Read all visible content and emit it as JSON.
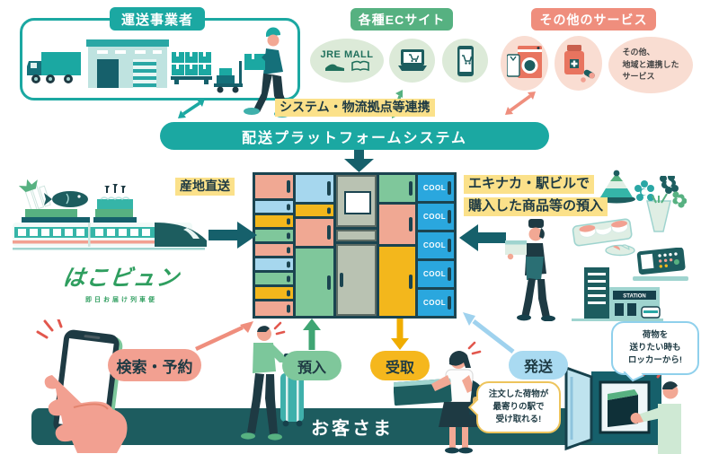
{
  "header": {
    "carriers_label": "運送事業者",
    "ec_label": "各種ECサイト",
    "jre_mall": "JRE MALL",
    "others_label": "その他のサービス",
    "others_note_lines": [
      "その他、",
      "地域と連携した",
      "サービス"
    ]
  },
  "platform": {
    "link_label": "システム・物流拠点等連携",
    "banner_label": "配送プラットフォームシステム"
  },
  "left": {
    "direct_label": "産地直送",
    "brand_logo": "はこビュン",
    "brand_sub": "即日お届け列車便"
  },
  "locker": {
    "cool_label": "COOL"
  },
  "right": {
    "deposit_line1": "エキナカ・駅ビルで",
    "deposit_line2": "購入した商品等の預入",
    "station_sign": "STATION"
  },
  "bottom": {
    "search_label": "検索・予約",
    "deposit_label": "預入",
    "pickup_label": "受取",
    "ship_label": "発送",
    "customers_label": "お客さま",
    "bubble_send_lines": [
      "荷物を",
      "送りたい時も",
      "ロッカーから!"
    ],
    "bubble_receive_lines": [
      "注文した荷物が",
      "最寄りの駅で",
      "受け取れる!"
    ]
  },
  "colors": {
    "teal": "#1ba8a2",
    "dark_teal_arrow": "#16606b",
    "text_dark": "#1e3a43",
    "customers_banner": "#1d5c5f",
    "green_badge": "#56b181",
    "salmon_badge": "#ef8e7d",
    "highlight_yellow": "#fbe18a",
    "cool_blue": "#2aa7de",
    "cell_salmon": "#f0a893",
    "cell_blue": "#a6d7ee",
    "cell_yellow": "#f3b71c",
    "cell_green": "#7fc79b",
    "pill_search": "#f2a091",
    "pill_deposit": "#7fc79b",
    "pill_pickup": "#f5b71d",
    "pill_ship": "#a9daf1",
    "logo_green": "#2f9e5f"
  }
}
